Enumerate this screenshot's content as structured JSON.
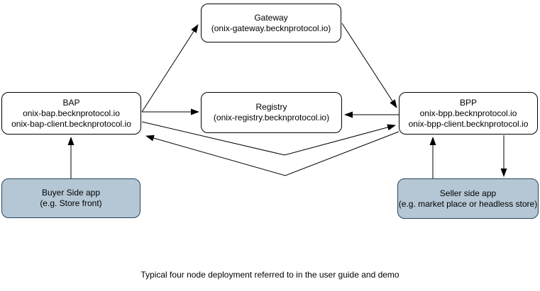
{
  "diagram": {
    "caption": "Typical four node deployment referred to in the user guide and demo",
    "nodes": {
      "gateway": {
        "lines": [
          "Gateway",
          "(onix-gateway.becknprotocol.io)"
        ]
      },
      "bap": {
        "lines": [
          "BAP",
          "onix-bap.becknprotocol.io",
          "onix-bap-client.becknprotocol.io"
        ]
      },
      "registry": {
        "lines": [
          "Registry",
          "(onix-registry.becknprotocol.io)"
        ]
      },
      "bpp": {
        "lines": [
          "BPP",
          "onix-bpp.becknprotocol.io",
          "onix-bpp-client.becknprotocol.io"
        ]
      },
      "buyer_app": {
        "lines": [
          "Buyer Side app",
          "(e.g. Store front)"
        ]
      },
      "seller_app": {
        "lines": [
          "Seller side app",
          "(e.g. market place or headless store)"
        ]
      }
    },
    "connections": [
      {
        "from": "bap",
        "to": "gateway",
        "arrowhead_at": "gateway"
      },
      {
        "from": "gateway",
        "to": "bpp",
        "arrowhead_at": "bpp"
      },
      {
        "from": "bap",
        "to": "registry",
        "arrowhead_at": "registry"
      },
      {
        "from": "bpp",
        "to": "registry",
        "arrowhead_at": "registry"
      },
      {
        "from": "bap",
        "to": "bpp",
        "arrowhead_at": "bpp"
      },
      {
        "from": "bpp",
        "to": "bap",
        "arrowhead_at": "bap"
      },
      {
        "from": "buyer_app",
        "to": "bap",
        "arrowhead_at": "bap"
      },
      {
        "from": "seller_app",
        "to": "bpp",
        "arrowhead_at": "bpp"
      },
      {
        "from": "bpp",
        "to": "seller_app",
        "arrowhead_at": "seller_app"
      }
    ],
    "colors": {
      "background": "#ffffff",
      "node_fill": "#ffffff",
      "node_border": "#000000",
      "app_node_fill": "#b5c7d4",
      "app_node_border": "#27435a",
      "arrow": "#000000",
      "text": "#000000"
    }
  }
}
